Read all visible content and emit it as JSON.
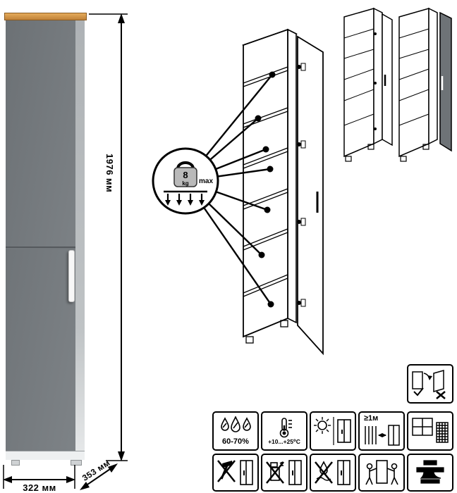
{
  "dimensions": {
    "height": "1976 мм",
    "width": "322 мм",
    "depth": "353 мм"
  },
  "callout": {
    "weight_value": "8",
    "weight_unit": "kg",
    "max_label": "max"
  },
  "care_icons": {
    "humidity": "60-70%",
    "temperature": "+10...+25⁰C",
    "min_distance": "≥1м"
  },
  "icon_glyphs": {
    "humidity": "water-drops",
    "temperature": "thermometer",
    "sunlight": "sun-and-cabinet",
    "min_distance": "radiator-distance",
    "ventilation": "window-grid",
    "no_hammering": "hammer-crossed",
    "no_solvents": "spray-crossed",
    "no_wet_cleaning": "drop-crossed",
    "carry_upright": "two-person-carry",
    "no_press_load": "anvil",
    "door_adjustment": "doors-with-arrows"
  },
  "colors": {
    "door_gray": "#73787c",
    "wood_top": "#d0954c",
    "line_black": "#000000"
  }
}
